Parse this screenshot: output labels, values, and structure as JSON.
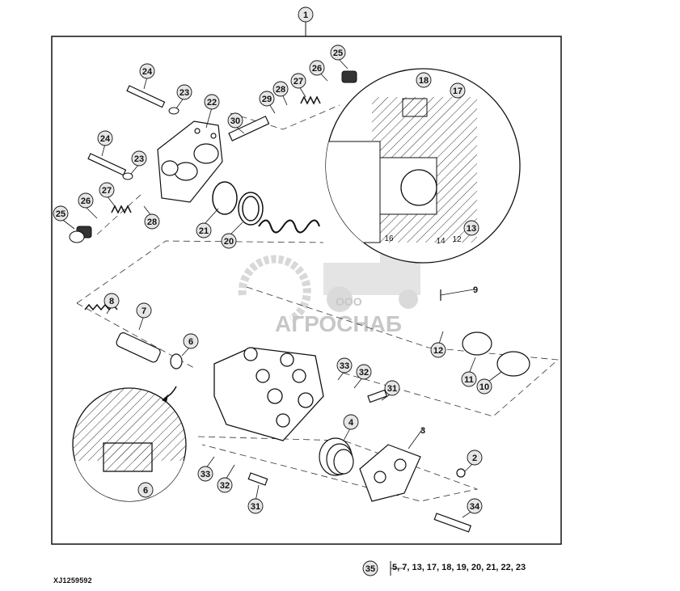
{
  "callouts": {
    "c1": "1",
    "c2": "2",
    "c3": "3",
    "c4": "4",
    "c6a": "6",
    "c6b": "6",
    "c7": "7",
    "c8": "8",
    "c9": "9",
    "c10": "10",
    "c11": "11",
    "c12a": "12",
    "c12b": "12",
    "c13": "13",
    "c14": "14",
    "c16": "16",
    "c17": "17",
    "c18": "18",
    "c20": "20",
    "c21": "21",
    "c22": "22",
    "c23a": "23",
    "c23b": "23",
    "c24a": "24",
    "c24b": "24",
    "c25a": "25",
    "c25b": "25",
    "c26a": "26",
    "c26b": "26",
    "c27a": "27",
    "c27b": "27",
    "c28a": "28",
    "c28b": "28",
    "c29": "29",
    "c30": "30",
    "c31a": "31",
    "c31b": "31",
    "c32a": "32",
    "c32b": "32",
    "c33a": "33",
    "c33b": "33",
    "c34": "34",
    "c35": "35"
  },
  "kit_parts": "5, 7, 13, 17, 18, 19, 20, 21, 22, 23",
  "figure_id": "XJ1259592",
  "watermark": {
    "small": "ООО",
    "large": "АГРОСНАБ",
    "color": "#b8b8b8"
  }
}
